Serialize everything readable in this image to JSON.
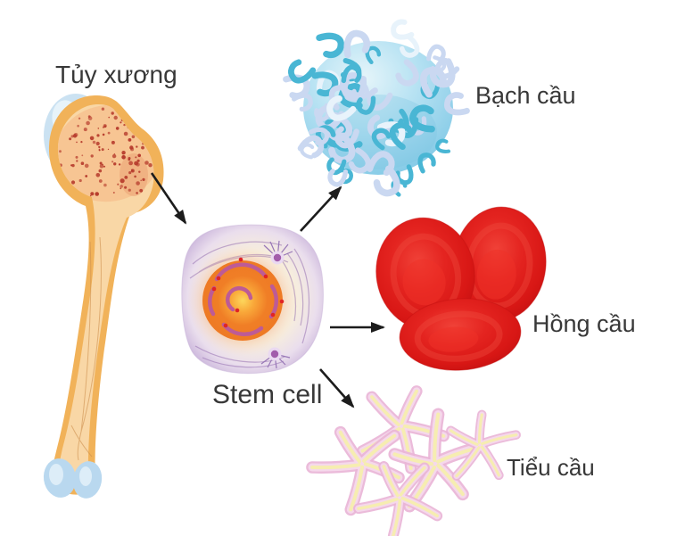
{
  "diagram": {
    "labels": {
      "bone_marrow": "Tủy xương",
      "white_blood_cell": "Bạch cầu",
      "red_blood_cell": "Hồng cầu",
      "platelet": "Tiểu cầu",
      "stem_cell": "Stem cell"
    },
    "parts": [
      "bone-with-marrow-illustration",
      "stem-cell-illustration",
      "white-blood-cell-illustration",
      "red-blood-cells-illustration",
      "platelet-cluster-illustration"
    ],
    "colors": {
      "background": "#ffffff",
      "label_text": "#383838",
      "arrow": "#1c1c1c",
      "bone_outer": "#f1b259",
      "bone_inner": "#f9d7a6",
      "bone_marrow_fill": "#f7c593",
      "marrow_speckle": "#b5382a",
      "cartilage_blue": "#cbe2f2",
      "condyle_blue": "#b9d8ef",
      "wbc_body_blue": "#9ed6ec",
      "wbc_squiggle_dark": "#49b6d4",
      "wbc_squiggle_light": "#cad8f1",
      "wbc_squiggle_pale": "#e8f3fb",
      "rbc_red": "#e01d1a",
      "stem_membrane": "#cfbbde",
      "stem_cytoplasm": "#faf3e4",
      "nucleus_orange": "#f07e26",
      "nucleus_core_yellow": "#fdd75c",
      "chromosome_purple": "#bd5b96",
      "chromosome_dot_red": "#e12424",
      "spindle_purple": "#8d66ac",
      "centrosome_purple": "#a25cab",
      "platelet_pink": "#e9b5d7",
      "platelet_mid_pink": "#f6d9ec",
      "platelet_core_yellow": "#f5eeae"
    }
  }
}
